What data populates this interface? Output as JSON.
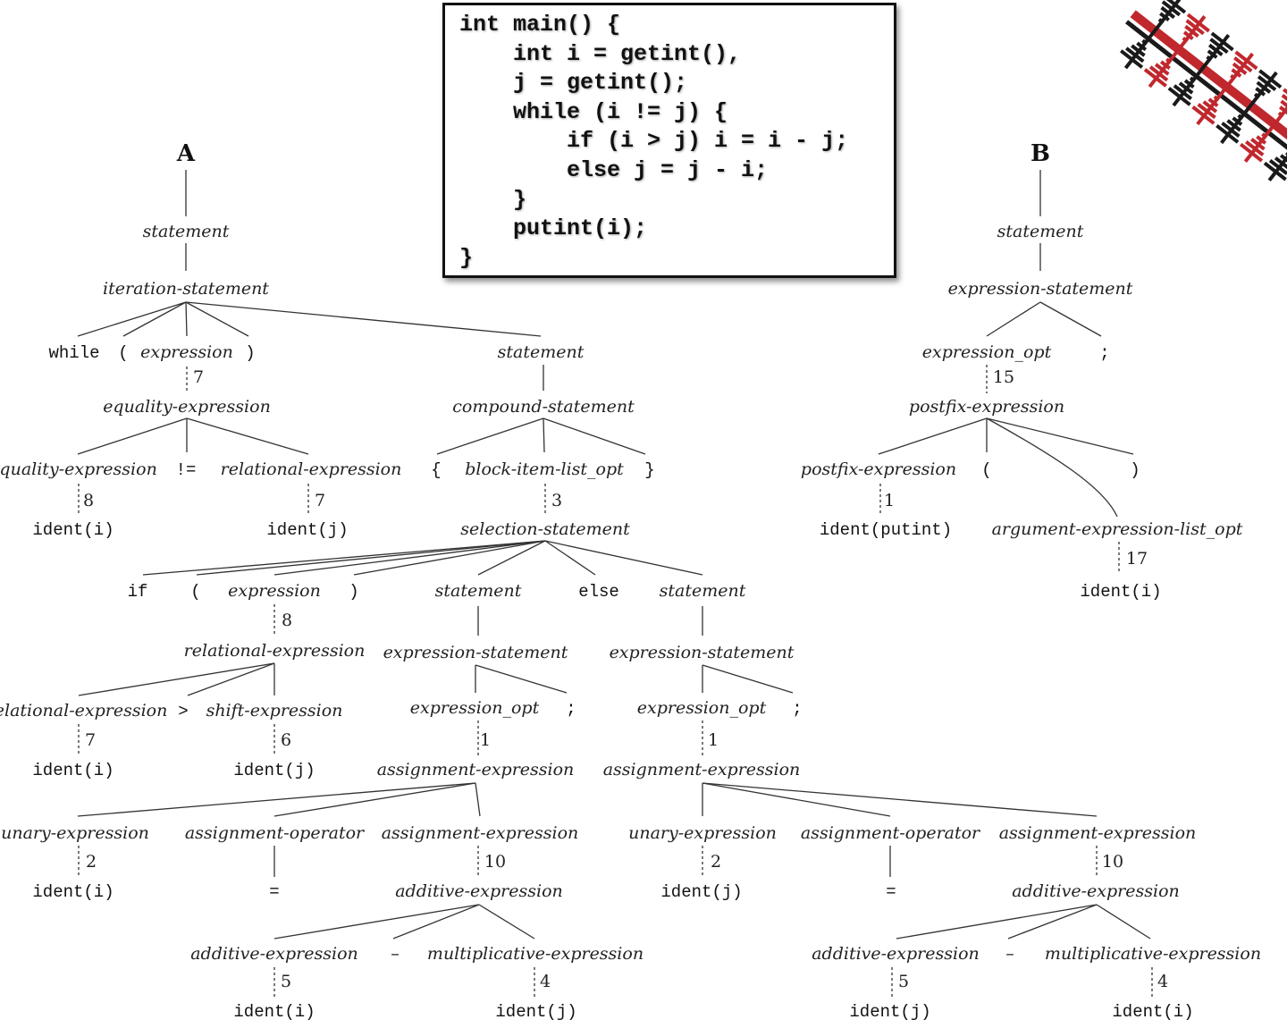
{
  "code": {
    "lines": [
      "int main() {",
      "    int i = getint(),",
      "    j = getint();",
      "    while (i != j) {",
      "        if (i > j) i = i - j;",
      "        else j = j - i;",
      "    }",
      "    putint(i);",
      "}"
    ]
  },
  "tree_a": {
    "label": "A",
    "statement": "statement",
    "iteration_statement": "iteration-statement",
    "while_kw": "while",
    "lparen": "(",
    "expression": "expression",
    "rparen": ")",
    "body_statement": "statement",
    "n7a": "7",
    "equality_expression": "equality-expression",
    "equality_expression_left": "equality-expression",
    "neq": "!=",
    "relational_expression": "relational-expression",
    "n8a": "8",
    "n7b": "7",
    "ident_i_1": "ident(i)",
    "ident_j_1": "ident(j)",
    "compound_statement": "compound-statement",
    "lbrace": "{",
    "block_item_list_opt": "block-item-list_opt",
    "rbrace": "}",
    "n3": "3",
    "selection_statement": "selection-statement",
    "if_kw": "if",
    "if_lparen": "(",
    "if_expression": "expression",
    "if_rparen": ")",
    "then_statement": "statement",
    "else_kw": "else",
    "else_statement": "statement",
    "n8b": "8",
    "if_relational_expression": "relational-expression",
    "rel_left": "relational-expression",
    "gt": ">",
    "shift_expression": "shift-expression",
    "n7c": "7",
    "n6": "6",
    "ident_i_2": "ident(i)",
    "ident_j_2": "ident(j)",
    "then_expression_statement": "expression-statement",
    "then_expression_opt": "expression_opt",
    "then_semi": ";",
    "then_n1": "1",
    "then_assignment_expression": "assignment-expression",
    "then_unary": "unary-expression",
    "then_assign_op": "assignment-operator",
    "then_assign_expr": "assignment-expression",
    "then_n2": "2",
    "then_eq": "=",
    "then_n10": "10",
    "then_ident_i": "ident(i)",
    "then_additive": "additive-expression",
    "then_add_left": "additive-expression",
    "then_minus": "–",
    "then_mult": "multiplicative-expression",
    "then_n5": "5",
    "then_n4": "4",
    "then_ident_i_b": "ident(i)",
    "then_ident_j_b": "ident(j)",
    "else_expression_statement": "expression-statement",
    "else_expression_opt": "expression_opt",
    "else_semi": ";",
    "else_n1": "1",
    "else_assignment_expression": "assignment-expression",
    "else_unary": "unary-expression",
    "else_assign_op": "assignment-operator",
    "else_assign_expr": "assignment-expression",
    "else_n2": "2",
    "else_eq": "=",
    "else_n10": "10",
    "else_ident_j": "ident(j)",
    "else_additive": "additive-expression",
    "else_add_left": "additive-expression",
    "else_minus": "–",
    "else_mult": "multiplicative-expression",
    "else_n5": "5",
    "else_n4": "4",
    "else_ident_j_b": "ident(j)",
    "else_ident_i_b": "ident(i)"
  },
  "tree_b": {
    "label": "B",
    "statement": "statement",
    "expression_statement": "expression-statement",
    "expression_opt": "expression_opt",
    "semi": ";",
    "n15": "15",
    "postfix_expression": "postfix-expression",
    "postfix_left": "postfix-expression",
    "lparen": "(",
    "rparen": ")",
    "n1": "1",
    "ident_putint": "ident(putint)",
    "arg_list_opt": "argument-expression-list_opt",
    "n17": "17",
    "ident_i": "ident(i)"
  },
  "ornament_colors": [
    "#c0282d",
    "#1a1a1a"
  ]
}
